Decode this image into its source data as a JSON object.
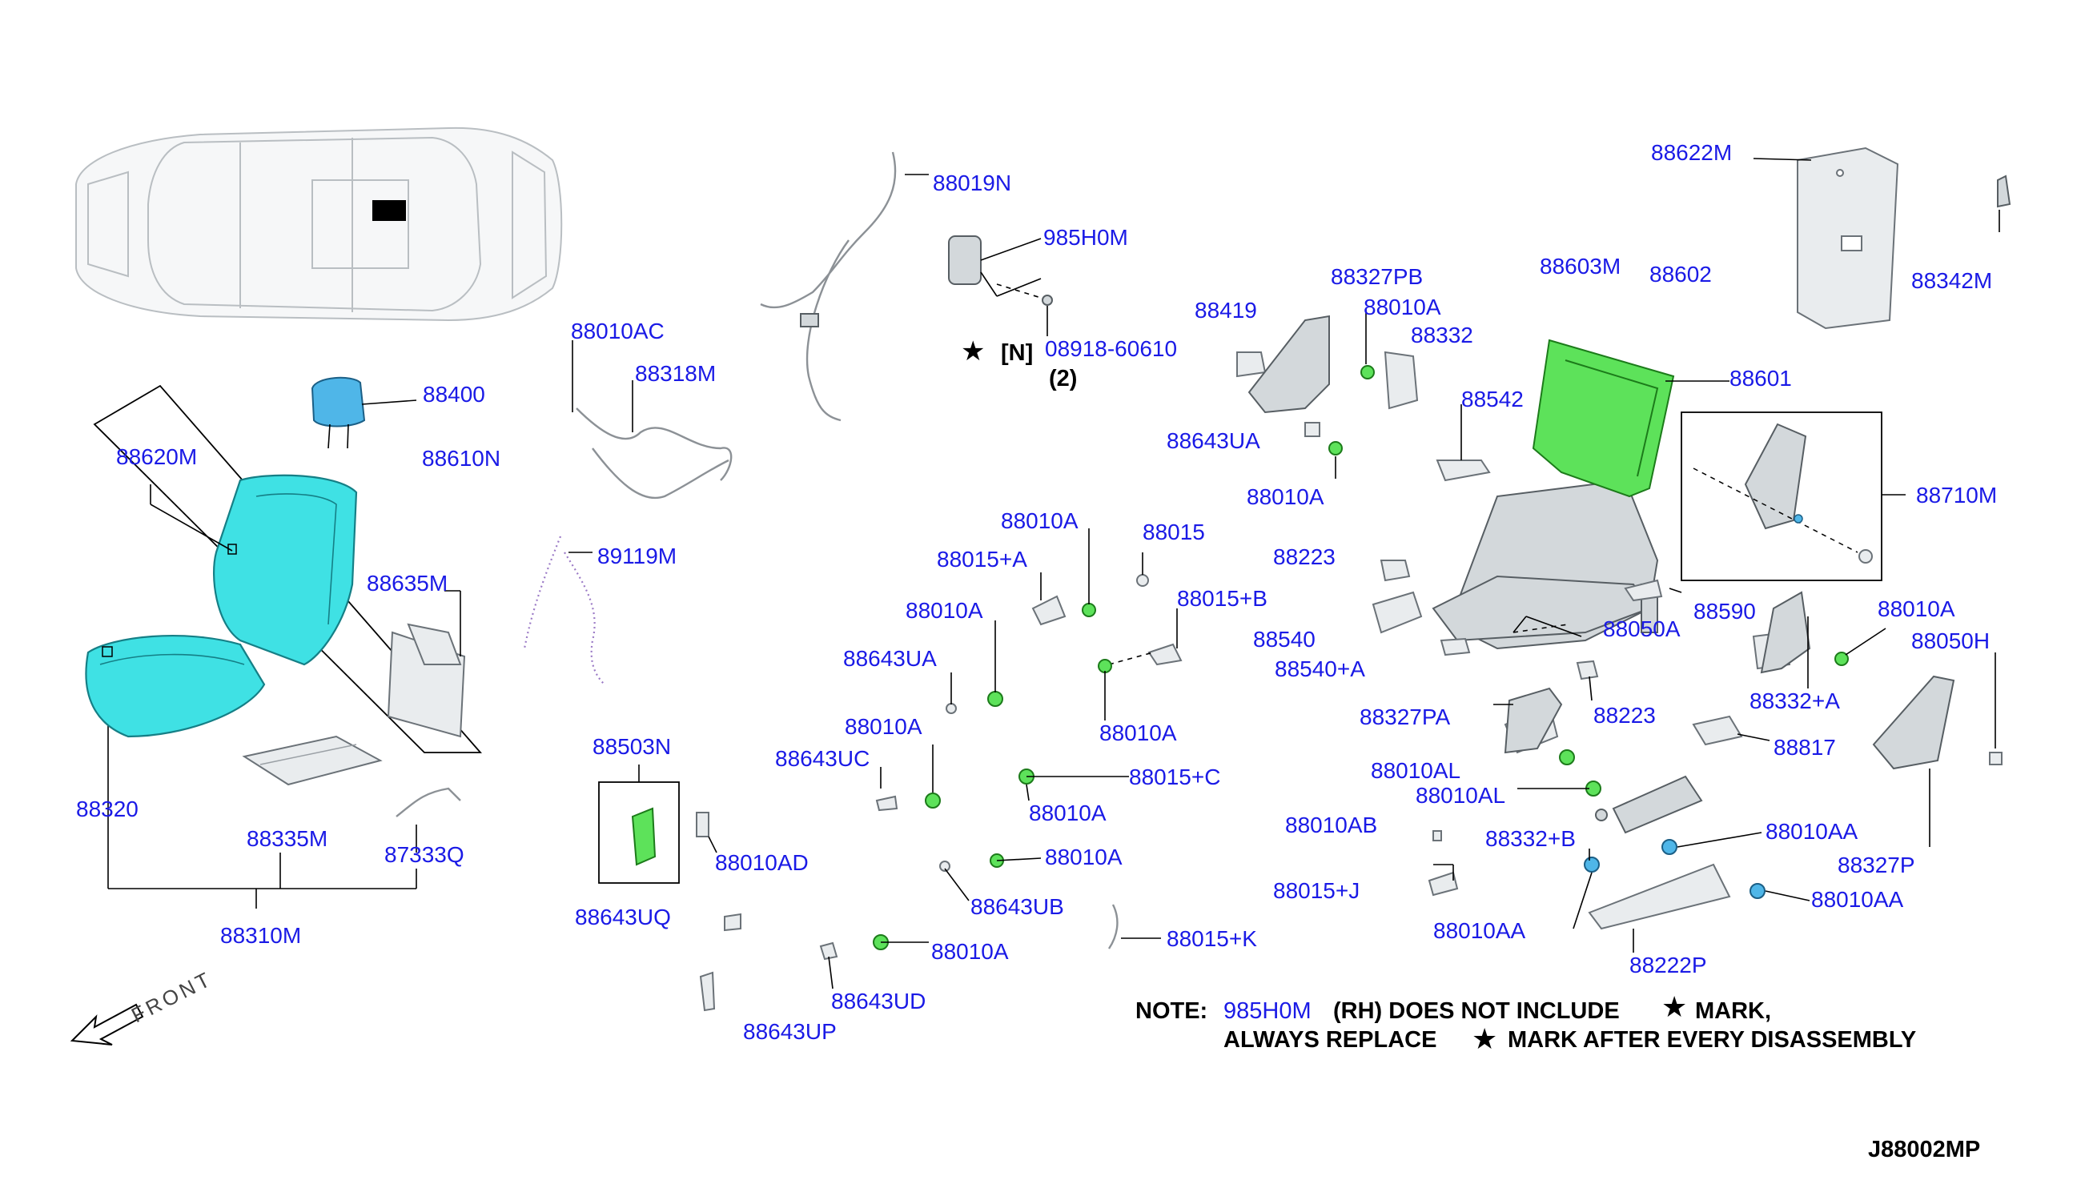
{
  "labels": {
    "l_88019N": "88019N",
    "l_985H0M": "985H0M",
    "l_08918": "08918-60610",
    "l_N": "[N]",
    "l_2": "(2)",
    "l_88010AC": "88010AC",
    "l_88318M": "88318M",
    "l_88400": "88400",
    "l_88620M": "88620M",
    "l_88610N": "88610N",
    "l_89119M": "89119M",
    "l_88635M": "88635M",
    "l_88320": "88320",
    "l_88335M": "88335M",
    "l_87333Q": "87333Q",
    "l_88310M": "88310M",
    "l_88503N": "88503N",
    "l_88010AD": "88010AD",
    "l_88643UQ": "88643UQ",
    "l_88643UP": "88643UP",
    "l_88643UD": "88643UD",
    "l_88010A_1": "88010A",
    "l_88643UB": "88643UB",
    "l_88010A_2": "88010A",
    "l_88010A_3": "88010A",
    "l_88015C": "88015+C",
    "l_88643UC": "88643UC",
    "l_88010A_4": "88010A",
    "l_88643UA_1": "88643UA",
    "l_88010A_5": "88010A",
    "l_88015A": "88015+A",
    "l_88010A_6": "88010A",
    "l_88015": "88015",
    "l_88015B": "88015+B",
    "l_88010A_7": "88010A",
    "l_88015K": "88015+K",
    "l_88419": "88419",
    "l_88327PB": "88327PB",
    "l_88010A_8": "88010A",
    "l_88332": "88332",
    "l_88643UA_2": "88643UA",
    "l_88010A_9": "88010A",
    "l_88542": "88542",
    "l_88603M": "88603M",
    "l_88602": "88602",
    "l_88622M": "88622M",
    "l_88342M": "88342M",
    "l_88601": "88601",
    "l_88710M": "88710M",
    "l_88223_1": "88223",
    "l_88540": "88540",
    "l_88540A": "88540+A",
    "l_88050A": "88050A",
    "l_88590": "88590",
    "l_88010A_10": "88010A",
    "l_88050H": "88050H",
    "l_88332A": "88332+A",
    "l_88223_2": "88223",
    "l_88327PA": "88327PA",
    "l_88817": "88817",
    "l_88010AL_1": "88010AL",
    "l_88010AL_2": "88010AL",
    "l_88010AB": "88010AB",
    "l_88332B": "88332+B",
    "l_88010AA_1": "88010AA",
    "l_88327P": "88327P",
    "l_88015J": "88015+J",
    "l_88010AA_2": "88010AA",
    "l_88010AA_3": "88010AA",
    "l_88222P": "88222P",
    "front": "FRONT"
  },
  "note": {
    "prefix": "NOTE:",
    "part": "985H0M",
    "line1_text": "(RH) DOES NOT INCLUDE",
    "line1_mark": "MARK,",
    "line2_text": "ALWAYS REPLACE",
    "line2_mark": "MARK AFTER EVERY DISASSEMBLY"
  },
  "diagram_code": "J88002MP",
  "colors": {
    "label": "#1a1ae6",
    "cushion": "#3fe1e4",
    "frame": "#5de25a",
    "headrest": "#4fb6e8"
  },
  "icons": {
    "star": "star-icon",
    "front_arrow": "front-arrow-icon"
  }
}
